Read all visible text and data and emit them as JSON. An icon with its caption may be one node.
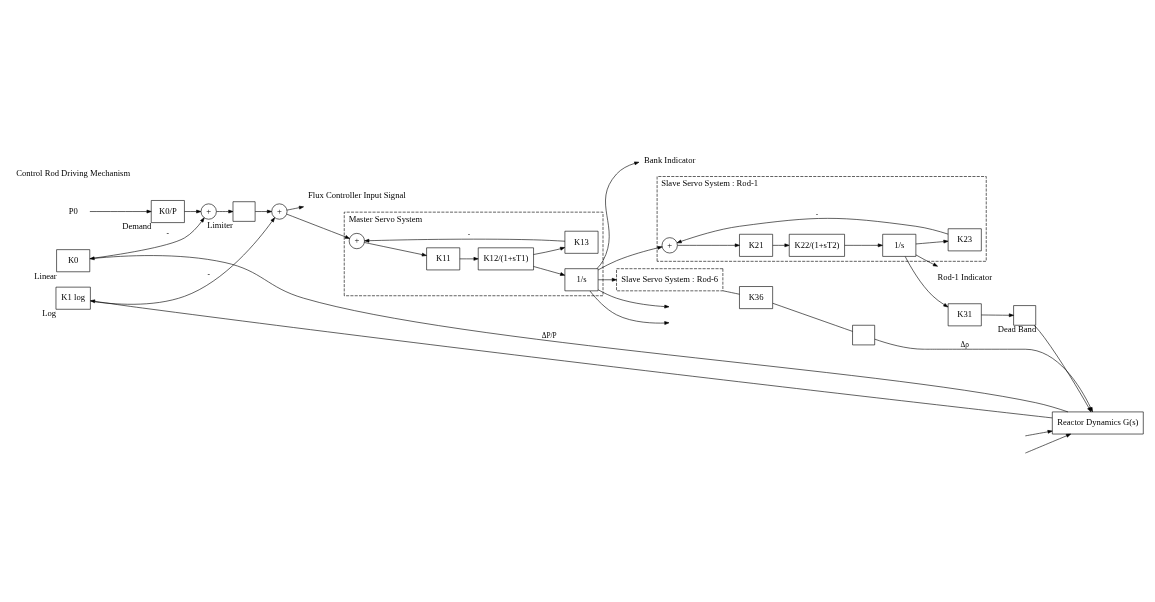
{
  "diagram": {
    "nodes": [
      {
        "text": [
          "P0"
        ]
      },
      {
        "text": [
          "K0/P"
        ],
        "beside": [
          "Demand"
        ]
      },
      {
        "text": [
          "+"
        ]
      },
      {
        "text": [],
        "shape": "box",
        "beside": [
          "Limiter"
        ]
      },
      {
        "text": [
          "+"
        ]
      },
      {
        "text": [
          "Flux Controller Input Signal"
        ]
      },
      {
        "text": [
          "Master Servo System"
        ]
      },
      {
        "text": [
          "+"
        ],
        "in": 6
      },
      {
        "text": [
          "K11"
        ],
        "in": 6
      },
      {
        "text": [
          "K12/(1+sT1)"
        ],
        "in": 6
      },
      {
        "text": [
          "1/s"
        ],
        "in": 6
      },
      {
        "text": [
          "K13"
        ],
        "in": 6
      },
      {
        "text": [
          "Bank Indicator"
        ]
      },
      {
        "text": [
          "Slave Servo System : Rod-1"
        ]
      },
      {
        "text": [
          "+"
        ],
        "in": 13
      },
      {
        "text": [
          "K21"
        ],
        "in": 13
      },
      {
        "text": [
          "K22/(1+sT2)"
        ],
        "in": 13
      },
      {
        "text": [
          "1/s"
        ],
        "in": 13
      },
      {
        "text": [
          "K23"
        ],
        "in": 13
      },
      {
        "text": [
          "Rod-1 Indicator"
        ]
      },
      {
        "text": [
          "K31"
        ]
      },
      {
        "text": [],
        "shape": "box",
        "beside": [
          "Dead Band"
        ]
      },
      {
        "text": [
          "Slave Servo System : Rod-6"
        ]
      },
      {
        "text": [
          "K36"
        ]
      },
      {
        "text": [],
        "shape": "box"
      },
      {
        "text": [
          "K0"
        ],
        "beside": [
          "Linear"
        ]
      },
      {
        "text": [
          "K1 log"
        ],
        "beside": [
          "Log"
        ]
      },
      {
        "text": [
          "Reactor Dynamics G(s)"
        ]
      }
    ],
    "edges": [
      {
        "from": 0,
        "to": 1,
        "arrow": "to"
      },
      {
        "from": 1,
        "to": 2,
        "arrow": "to"
      },
      {
        "from": 2,
        "to": 3,
        "arrow": "to"
      },
      {
        "from": 3,
        "to": 4,
        "arrow": "to"
      },
      {
        "from": 4,
        "to": 5,
        "arrow": "to"
      },
      {
        "from": 4,
        "to": 7,
        "arrow": "to"
      },
      {
        "from": 7,
        "to": 8,
        "arrow": "to"
      },
      {
        "from": 8,
        "to": 9,
        "arrow": "to"
      },
      {
        "from": 9,
        "to": 10,
        "arrow": "to"
      },
      {
        "from": 9,
        "to": 11,
        "arrow": "to"
      },
      {
        "from": 11,
        "to": 7,
        "arrow": "to",
        "label": "-"
      },
      {
        "from": 10,
        "to": 12,
        "arrow": "to"
      },
      {
        "from": 10,
        "to": 14,
        "arrow": "to"
      },
      {
        "from": 10,
        "to": null,
        "arrow": "to"
      },
      {
        "from": 10,
        "to": null,
        "arrow": "to"
      },
      {
        "from": 10,
        "to": 22,
        "arrow": "to"
      },
      {
        "from": 14,
        "to": 15,
        "arrow": "to"
      },
      {
        "from": 15,
        "to": 16,
        "arrow": "to"
      },
      {
        "from": 16,
        "to": 17,
        "arrow": "to"
      },
      {
        "from": 17,
        "to": 19,
        "arrow": "to"
      },
      {
        "from": 17,
        "to": 18,
        "arrow": "to"
      },
      {
        "from": 18,
        "to": 14,
        "arrow": "to",
        "label": "-"
      },
      {
        "from": 17,
        "to": 20,
        "arrow": "to"
      },
      {
        "from": 20,
        "to": 21,
        "arrow": "to"
      },
      {
        "from": 22,
        "to": 23,
        "arrow": "none"
      },
      {
        "from": 23,
        "to": 24,
        "arrow": "none"
      },
      {
        "from": 21,
        "to": 27,
        "arrow": "to"
      },
      {
        "from": null,
        "to": 27,
        "arrow": "to"
      },
      {
        "from": null,
        "to": 27,
        "arrow": "to"
      },
      {
        "from": 24,
        "to": 27,
        "arrow": "to",
        "label": "Δρ"
      },
      {
        "from": 27,
        "to": 25,
        "arrow": "to",
        "label": "ΔP/P"
      },
      {
        "from": 27,
        "to": 26,
        "arrow": "to"
      },
      {
        "from": 25,
        "to": 2,
        "arrow": "to",
        "label": "-"
      },
      {
        "from": 26,
        "to": 4,
        "arrow": "to",
        "label": "-"
      }
    ],
    "labels": [
      "Control Rod Driving Mechanism"
    ]
  }
}
